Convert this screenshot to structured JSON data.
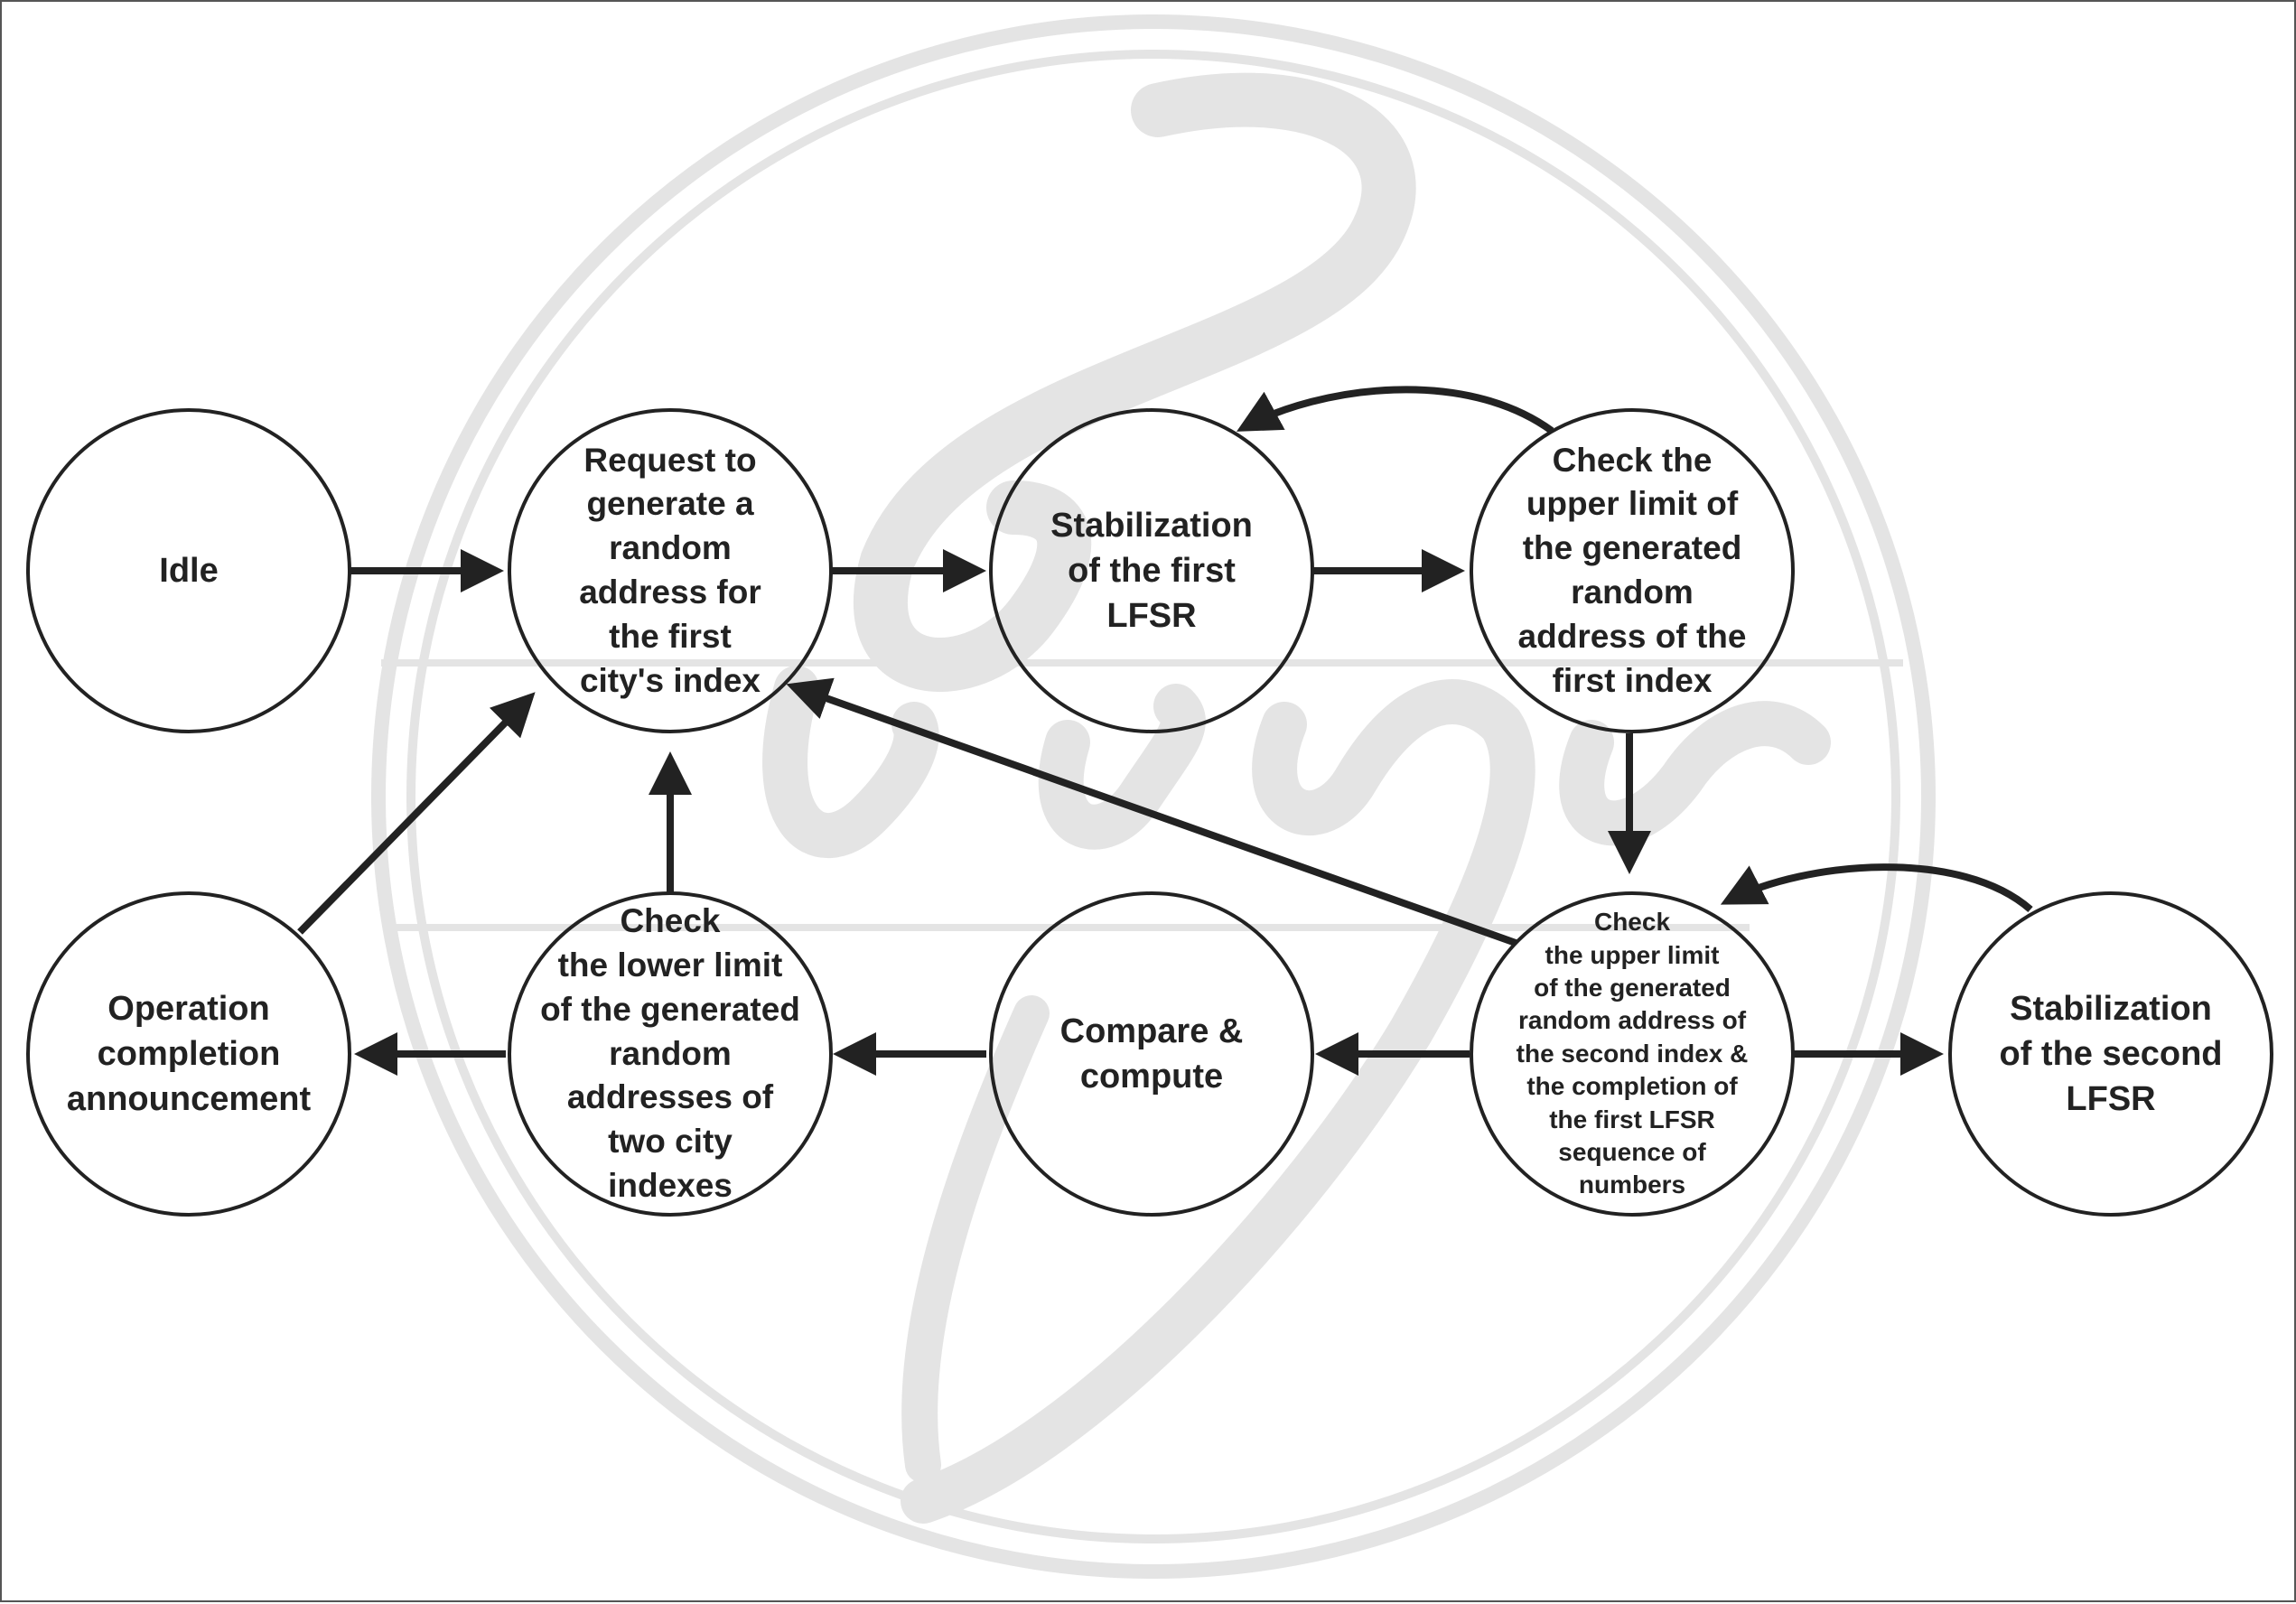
{
  "nodes": {
    "idle": "Idle",
    "request_first": "Request to\ngenerate a\nrandom\naddress for\nthe first\ncity's index",
    "stab_first": "Stabilization\nof the first\nLFSR",
    "check_upper_first": "Check the\nupper limit of\nthe generated\nrandom\naddress of the\nfirst index",
    "operation_completion": "Operation\ncompletion\nannouncement",
    "check_lower": "Check\nthe lower limit\nof the generated\nrandom\naddresses of\ntwo city\nindexes",
    "compare_compute": "Compare &\ncompute",
    "check_upper_second": "Check\nthe upper limit\nof the generated\nrandom address of\nthe second index &\nthe completion of\nthe first LFSR\nsequence of\nnumbers",
    "stab_second": "Stabilization\nof the second\nLFSR"
  },
  "colors": {
    "stroke": "#222222",
    "watermark": "#e6e6e6"
  }
}
